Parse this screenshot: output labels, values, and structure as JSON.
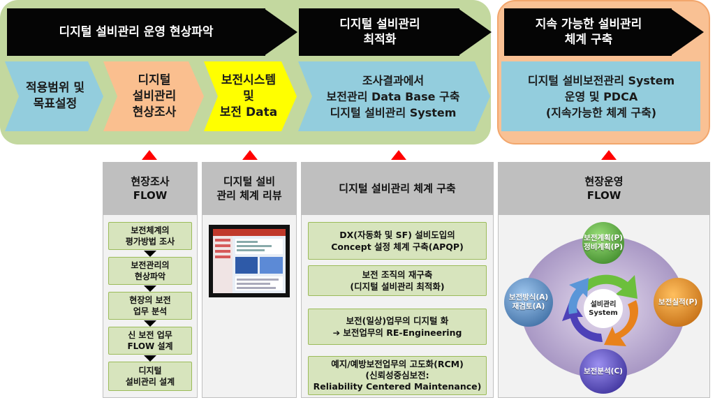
{
  "top": {
    "header_1": "디지털 설비관리 운영 현상파악",
    "header_2": [
      "디지털 설비관리",
      "최적화"
    ],
    "header_3": [
      "지속 가능한 설비관리",
      "체계 구축"
    ],
    "stages": [
      {
        "lines": [
          "적용범위 및",
          "목표설정"
        ]
      },
      {
        "lines": [
          "디지털",
          "설비관리",
          "현상조사"
        ]
      },
      {
        "lines": [
          "보전시스템",
          "및",
          "보전 Data"
        ]
      },
      {
        "lines": [
          "조사결과에서",
          "보전관리 Data Base 구축",
          "디지털 설비관리 System"
        ]
      },
      {
        "lines": [
          "디지털 설비보전관리 System",
          "운영 및 PDCA",
          "(지속가능한 체계 구축)"
        ]
      }
    ]
  },
  "columns": {
    "col1": {
      "header": [
        "현장조사",
        "FLOW"
      ],
      "steps": [
        [
          "보전체계의",
          "평가방법 조사"
        ],
        [
          "보전관리의",
          "현상파악"
        ],
        [
          "현장의 보전",
          "업무 분석"
        ],
        [
          "신 보전 업무",
          "FLOW 설계"
        ],
        [
          "디지털",
          "설비관리 설계"
        ]
      ]
    },
    "col2": {
      "header": [
        "디지털 설비",
        "관리 체계 리뷰"
      ]
    },
    "col3": {
      "header": "디지털 설비관리 체계 구축",
      "items": [
        [
          "DX(자동화 및 SF) 설비도입의",
          "Concept 설정 체계 구축(APQP)"
        ],
        [
          "보전 조직의 재구축",
          "(디지털 설비관리 최적화)"
        ],
        [
          "보전(일상)업무의 디지털 화",
          "➔ 보전업무의 RE-Engineering"
        ],
        [
          "예지/예방보전업무의 고도화(RCM)",
          "(신뢰성중심보전:",
          "Reliability Centered Maintenance)"
        ]
      ]
    },
    "col4": {
      "header": [
        "현장운영",
        "FLOW"
      ],
      "cycle_center": [
        "설비관리",
        "System"
      ],
      "nodes": {
        "plan": [
          "보전계획(P)",
          "정비계획(P)"
        ],
        "do": [
          "보전실적(P)"
        ],
        "check": [
          "보전분석(C)"
        ],
        "act": [
          "보전방식(A)",
          "재검토(A)"
        ]
      }
    }
  },
  "colors": {
    "panel_green": "#c3d89f",
    "panel_orange": "#f9c194",
    "stage_blue": "#93cddd",
    "stage_peach": "#fabf8f",
    "stage_yellow": "#ffff00",
    "indicator_red": "#ff0000",
    "box_green": "#d7e4bd"
  }
}
